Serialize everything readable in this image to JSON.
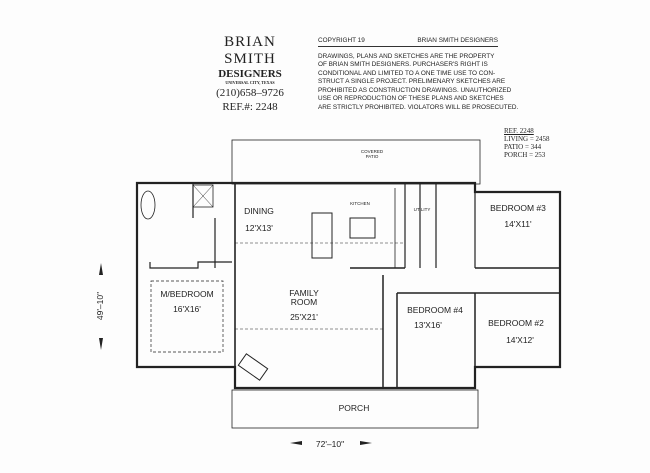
{
  "title_block": {
    "company_name": "BRIAN SMITH",
    "company_sub": "DESIGNERS",
    "city": "UNIVERSAL CITY, TEXAS",
    "phone": "(210)658–9726",
    "ref_label": "REF.#:  2248"
  },
  "copyright": {
    "heading_left": "COPYRIGHT 19",
    "heading_right": "BRIAN SMITH DESIGNERS",
    "lines": [
      "DRAWINGS, PLANS AND SKETCHES ARE THE PROPERTY",
      "OF BRIAN SMITH DESIGNERS.  PURCHASER'S RIGHT IS",
      "CONDITIONAL AND LIMITED TO A ONE TIME USE TO CON-",
      "STRUCT A SINGLE PROJECT.  PRELIMENARY SKETCHES ARE",
      "PROHIBITED AS CONSTRUCTION DRAWINGS.  UNAUTHORIZED",
      "USE OR REPRODUCTION OF THESE PLANS AND SKETCHES",
      "ARE STRICTLY PROHIBITED.  VIOLATORS WILL BE PROSECUTED."
    ]
  },
  "stats": {
    "ref": "REF. 2248",
    "living": "LIVING = 2458",
    "patio": "PATIO = 344",
    "porch": "PORCH = 253"
  },
  "plan": {
    "covered_patio": [
      "COVERED",
      "PATIO"
    ],
    "dining": "DINING",
    "dining_size": "12'X13'",
    "kitchen": "KITCHEN",
    "utility": "UTILITY",
    "bedroom3": "BEDROOM #3",
    "bedroom3_size": "14'X11'",
    "master": "M/BEDROOM",
    "master_size": "16'X16'",
    "family": [
      "FAMILY",
      "ROOM"
    ],
    "family_size": "25'X21'",
    "bedroom4": "BEDROOM #4",
    "bedroom4_size": "13'X16'",
    "bedroom2": "BEDROOM #2",
    "bedroom2_size": "14'X12'",
    "porch": "PORCH",
    "depth": "49'–10\"",
    "width": "72'–10\""
  }
}
